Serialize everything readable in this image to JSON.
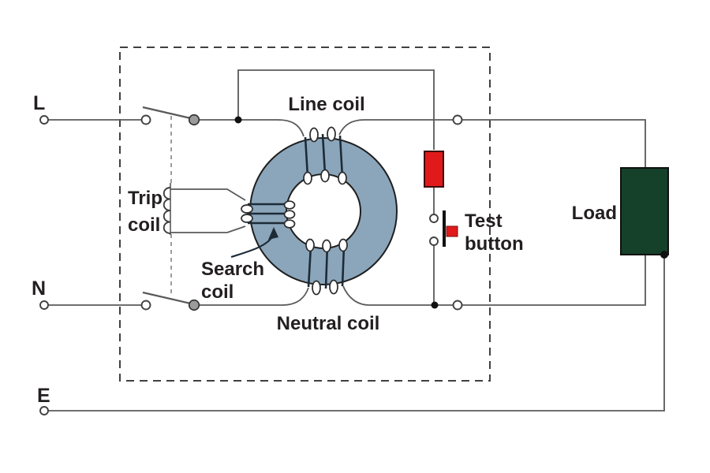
{
  "terminals": {
    "live": "L",
    "neutral": "N",
    "earth": "E"
  },
  "labels": {
    "line_coil": "Line coil",
    "neutral_coil": "Neutral coil",
    "search_coil_line1": "Search",
    "search_coil_line2": "coil",
    "trip_coil_line1": "Trip",
    "trip_coil_line2": "coil",
    "test_button_line1": "Test",
    "test_button_line2": "button",
    "load": "Load"
  },
  "colors": {
    "toroid_core": "#8ba6bb",
    "component_red": "#e01a1a",
    "load_green": "#15402a",
    "wire_gray": "#58595b",
    "winding_dark": "#1d2b37",
    "text": "#231f20",
    "enclosure_dash": "#404040",
    "linkage_dash": "#8a8a8a",
    "contact_gray": "#9b9b9b"
  }
}
